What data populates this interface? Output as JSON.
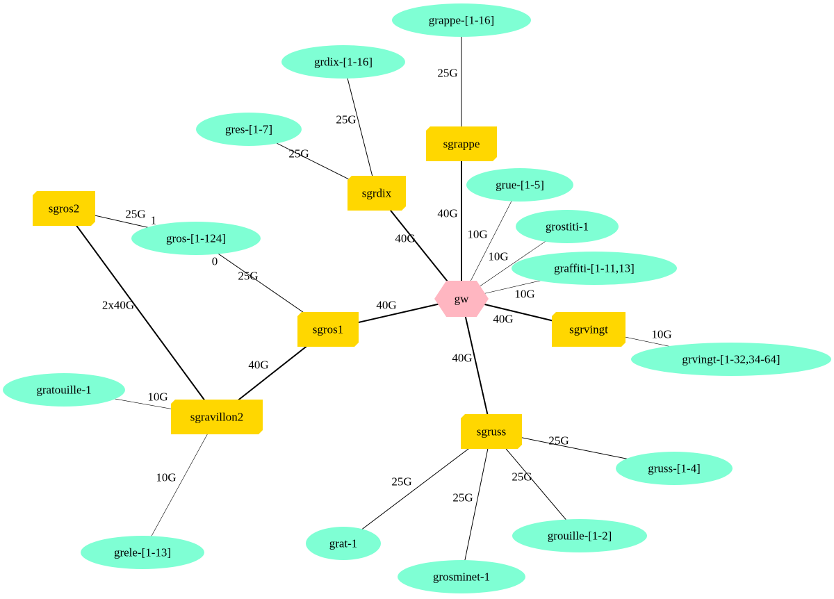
{
  "colors": {
    "switch_fill": "#ffd700",
    "cluster_fill": "#7fffd4",
    "gateway_fill": "#ffb6c1",
    "edge": "#000000"
  },
  "nodes": [
    {
      "id": "gw",
      "label": "gw",
      "kind": "gateway"
    },
    {
      "id": "sgrappe",
      "label": "sgrappe",
      "kind": "switch"
    },
    {
      "id": "sgrdix",
      "label": "sgrdix",
      "kind": "switch"
    },
    {
      "id": "sgros2",
      "label": "sgros2",
      "kind": "switch"
    },
    {
      "id": "sgros1",
      "label": "sgros1",
      "kind": "switch"
    },
    {
      "id": "sgravillon2",
      "label": "sgravillon2",
      "kind": "switch"
    },
    {
      "id": "sgrvingt",
      "label": "sgrvingt",
      "kind": "switch"
    },
    {
      "id": "sgruss",
      "label": "sgruss",
      "kind": "switch"
    },
    {
      "id": "grappe",
      "label": "grappe-[1-16]",
      "kind": "cluster"
    },
    {
      "id": "grdix",
      "label": "grdix-[1-16]",
      "kind": "cluster"
    },
    {
      "id": "gres",
      "label": "gres-[1-7]",
      "kind": "cluster"
    },
    {
      "id": "grue",
      "label": "grue-[1-5]",
      "kind": "cluster"
    },
    {
      "id": "grostiti",
      "label": "grostiti-1",
      "kind": "cluster"
    },
    {
      "id": "graffiti",
      "label": "graffiti-[1-11,13]",
      "kind": "cluster"
    },
    {
      "id": "gros",
      "label": "gros-[1-124]",
      "kind": "cluster"
    },
    {
      "id": "grvingt",
      "label": "grvingt-[1-32,34-64]",
      "kind": "cluster"
    },
    {
      "id": "gratouille",
      "label": "gratouille-1",
      "kind": "cluster"
    },
    {
      "id": "grele",
      "label": "grele-[1-13]",
      "kind": "cluster"
    },
    {
      "id": "gruss",
      "label": "gruss-[1-4]",
      "kind": "cluster"
    },
    {
      "id": "grat",
      "label": "grat-1",
      "kind": "cluster"
    },
    {
      "id": "grouille",
      "label": "grouille-[1-2]",
      "kind": "cluster"
    },
    {
      "id": "grosminet",
      "label": "grosminet-1",
      "kind": "cluster"
    }
  ],
  "edges": [
    {
      "from": "grappe",
      "to": "sgrappe",
      "label": "25G"
    },
    {
      "from": "sgrappe",
      "to": "gw",
      "label": "40G"
    },
    {
      "from": "grdix",
      "to": "sgrdix",
      "label": "25G"
    },
    {
      "from": "gres",
      "to": "sgrdix",
      "label": "25G"
    },
    {
      "from": "sgrdix",
      "to": "gw",
      "label": "40G"
    },
    {
      "from": "grue",
      "to": "gw",
      "label": "10G"
    },
    {
      "from": "grostiti",
      "to": "gw",
      "label": "10G"
    },
    {
      "from": "graffiti",
      "to": "gw",
      "label": "10G"
    },
    {
      "from": "sgros1",
      "to": "gw",
      "label": "40G"
    },
    {
      "from": "gw",
      "to": "sgrvingt",
      "label": "40G"
    },
    {
      "from": "sgrvingt",
      "to": "grvingt",
      "label": "10G"
    },
    {
      "from": "gw",
      "to": "sgruss",
      "label": "40G"
    },
    {
      "from": "sgros2",
      "to": "gros",
      "label": "25G",
      "head_label": "1"
    },
    {
      "from": "gros",
      "to": "sgros1",
      "label": "25G",
      "tail_label": "0"
    },
    {
      "from": "sgros2",
      "to": "sgravillon2",
      "label": "2x40G"
    },
    {
      "from": "sgros1",
      "to": "sgravillon2",
      "label": "40G"
    },
    {
      "from": "gratouille",
      "to": "sgravillon2",
      "label": "10G"
    },
    {
      "from": "sgravillon2",
      "to": "grele",
      "label": "10G"
    },
    {
      "from": "sgruss",
      "to": "gruss",
      "label": "25G"
    },
    {
      "from": "sgruss",
      "to": "grat",
      "label": "25G"
    },
    {
      "from": "sgruss",
      "to": "grosminet",
      "label": "25G"
    },
    {
      "from": "sgruss",
      "to": "grouille",
      "label": "25G"
    }
  ]
}
